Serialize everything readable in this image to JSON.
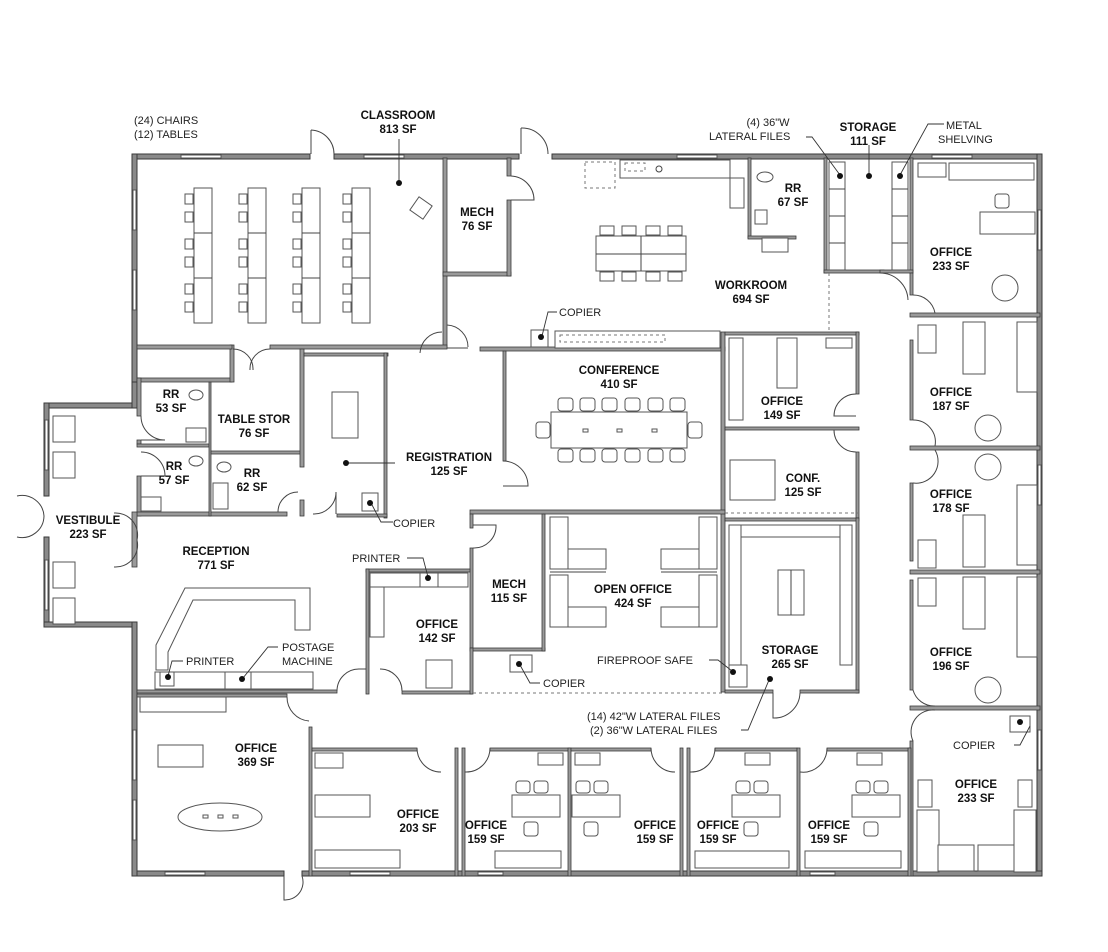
{
  "rooms": {
    "classroom": {
      "name": "CLASSROOM",
      "area": "813 SF"
    },
    "mech_1": {
      "name": "MECH",
      "area": "76 SF"
    },
    "workroom": {
      "name": "WORKROOM",
      "area": "694 SF"
    },
    "rr_67": {
      "name": "RR",
      "area": "67 SF"
    },
    "storage_111": {
      "name": "STORAGE",
      "area": "111 SF"
    },
    "office_233_ne": {
      "name": "OFFICE",
      "area": "233 SF"
    },
    "rr_53": {
      "name": "RR",
      "area": "53 SF"
    },
    "table_stor": {
      "name": "TABLE STOR",
      "area": "76 SF"
    },
    "rr_57": {
      "name": "RR",
      "area": "57 SF"
    },
    "rr_62": {
      "name": "RR",
      "area": "62 SF"
    },
    "registration": {
      "name": "REGISTRATION",
      "area": "125 SF"
    },
    "conference": {
      "name": "CONFERENCE",
      "area": "410 SF"
    },
    "office_149": {
      "name": "OFFICE",
      "area": "149 SF"
    },
    "conf_125": {
      "name": "CONF.",
      "area": "125 SF"
    },
    "office_187": {
      "name": "OFFICE",
      "area": "187 SF"
    },
    "office_178": {
      "name": "OFFICE",
      "area": "178 SF"
    },
    "vestibule": {
      "name": "VESTIBULE",
      "area": "223 SF"
    },
    "reception": {
      "name": "RECEPTION",
      "area": "771 SF"
    },
    "mech_2": {
      "name": "MECH",
      "area": "115 SF"
    },
    "open_office": {
      "name": "OPEN OFFICE",
      "area": "424 SF"
    },
    "office_142": {
      "name": "OFFICE",
      "area": "142 SF"
    },
    "storage_265": {
      "name": "STORAGE",
      "area": "265 SF"
    },
    "office_196": {
      "name": "OFFICE",
      "area": "196 SF"
    },
    "office_369": {
      "name": "OFFICE",
      "area": "369 SF"
    },
    "office_203": {
      "name": "OFFICE",
      "area": "203 SF"
    },
    "office_159_a": {
      "name": "OFFICE",
      "area": "159 SF"
    },
    "office_159_b": {
      "name": "OFFICE",
      "area": "159 SF"
    },
    "office_159_c": {
      "name": "OFFICE",
      "area": "159 SF"
    },
    "office_159_d": {
      "name": "OFFICE",
      "area": "159 SF"
    },
    "office_233_se": {
      "name": "OFFICE",
      "area": "233 SF"
    }
  },
  "notes": {
    "classroom_furniture_1": "(24) CHAIRS",
    "classroom_furniture_2": "(12) TABLES",
    "lateral_files_1": "(4) 36\"W",
    "lateral_files_2": "LATERAL FILES",
    "metal_shelving_1": "METAL",
    "metal_shelving_2": "SHELVING",
    "copier_workroom": "COPIER",
    "copier_registration": "COPIER",
    "printer_office": "PRINTER",
    "printer_reception": "PRINTER",
    "postage_1": "POSTAGE",
    "postage_2": "MACHINE",
    "copier_mech": "COPIER",
    "fireproof_safe": "FIREPROOF SAFE",
    "storage_files_1": "(14) 42\"W LATERAL FILES",
    "storage_files_2": "(2) 36\"W LATERAL FILES",
    "copier_office": "COPIER"
  }
}
